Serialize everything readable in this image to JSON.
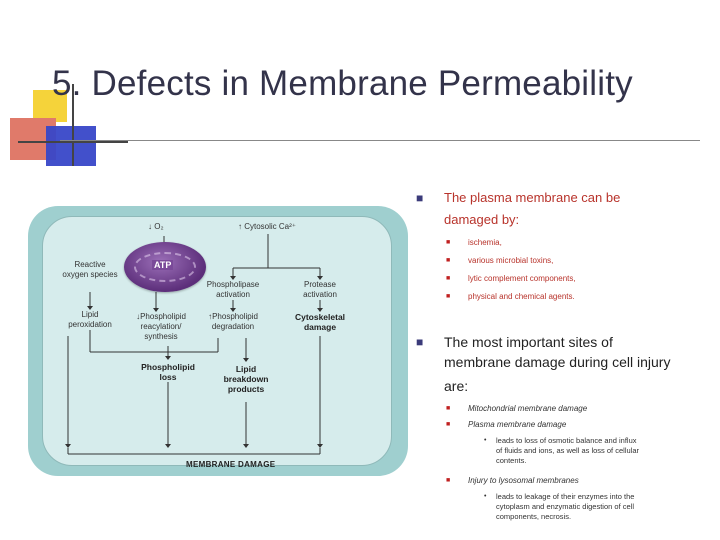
{
  "slide": {
    "title": "5. Defects in Membrane Permeability"
  },
  "diagram": {
    "o2": "↓ O₂",
    "calcium": "↑ Cytosolic Ca²⁺",
    "atp": "ATP",
    "ros": "Reactive oxygen species",
    "lipid_perox": "Lipid peroxidation",
    "phospholipid_reacyl": "↓Phospholipid reacylation/ synthesis",
    "phospholipase": "Phospholipase activation",
    "phospholipid_degr": "↑Phospholipid degradation",
    "protease": "Protease activation",
    "cytoskeletal": "Cytoskeletal damage",
    "phospholipid_loss": "Phospholipid loss",
    "lipid_breakdown": "Lipid breakdown products",
    "membrane_damage": "MEMBRANE DAMAGE"
  },
  "text": {
    "bullet1_line1": "The plasma membrane can be",
    "bullet1_line2": "damaged by:",
    "causes": [
      "ischemia,",
      "various microbial toxins,",
      "lytic complement components,",
      "physical and chemical agents."
    ],
    "bullet2_line1": "The most important sites of",
    "bullet2_line2": "membrane damage during cell injury",
    "bullet2_line3": "are:",
    "sites": [
      "Mitochondrial membrane damage",
      "Plasma membrane damage",
      "Injury to lysosomal membranes"
    ],
    "plasma_detail": [
      "leads to loss of osmotic balance and influx",
      "of fluids and ions, as well as loss of cellular",
      "contents."
    ],
    "lysosomal_detail": [
      "leads to leakage of their enzymes into the",
      "cytoplasm and enzymatic digestion of cell",
      "components, necrosis."
    ]
  },
  "colors": {
    "title": "#33334a",
    "bullet_red": "#b8332b",
    "cell_outer": "#9fcfcf",
    "cell_inner": "#d6ecec",
    "mitochondrion": "#6b3a8a"
  },
  "icons": [
    "square-bullet-icon",
    "mitochondrion-icon"
  ]
}
